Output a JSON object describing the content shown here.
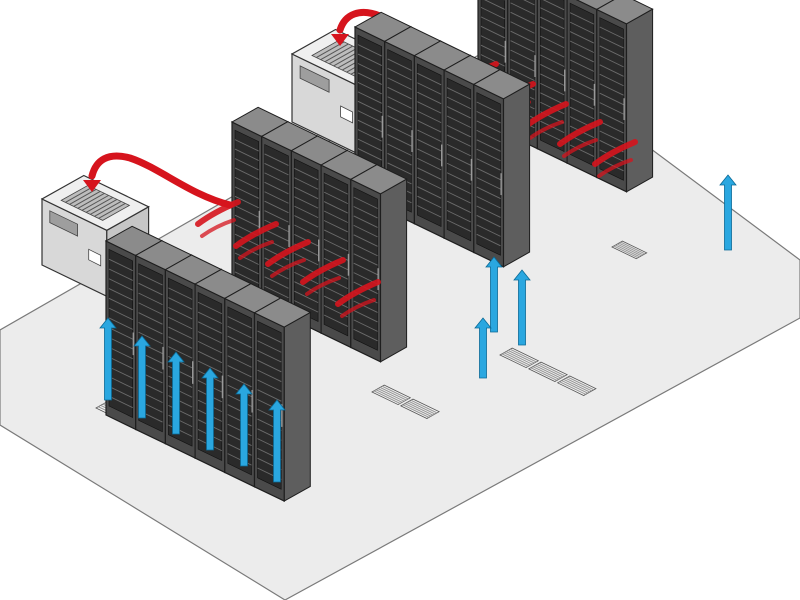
{
  "diagram": {
    "kind": "isometric data center hot-aisle / cold-aisle airflow",
    "text_labels": [],
    "colors": {
      "floor": "#ececec",
      "floor_stroke": "#7a7a7a",
      "rack_front": "#4a4a4a",
      "rack_side": "#5e5e5e",
      "rack_top": "#8b8b8b",
      "rack_stroke": "#1e1e1e",
      "server_slot": "#2a2a2a",
      "crac_body": "#d8d8d8",
      "crac_top": "#efefef",
      "cold_air": "#2aa7e0",
      "hot_air": "#d6141d",
      "vent_tile": "#9a9a9a"
    },
    "rows": [
      {
        "name": "row-1",
        "racks": 6
      },
      {
        "name": "row-2",
        "racks": 5
      },
      {
        "name": "row-3",
        "racks": 5
      },
      {
        "name": "row-4",
        "racks": 5
      }
    ],
    "crac_units": [
      {
        "name": "crac-unit-front"
      },
      {
        "name": "crac-unit-rear"
      }
    ],
    "flows": [
      {
        "name": "cold-air-front-aisle",
        "type": "cold",
        "count": 6
      },
      {
        "name": "cold-air-middle-aisle",
        "type": "cold",
        "count": 3
      },
      {
        "name": "cold-air-rear-row",
        "type": "cold",
        "count": 1
      },
      {
        "name": "hot-air-return-front",
        "type": "hot"
      },
      {
        "name": "hot-air-return-rear",
        "type": "hot"
      }
    ]
  }
}
